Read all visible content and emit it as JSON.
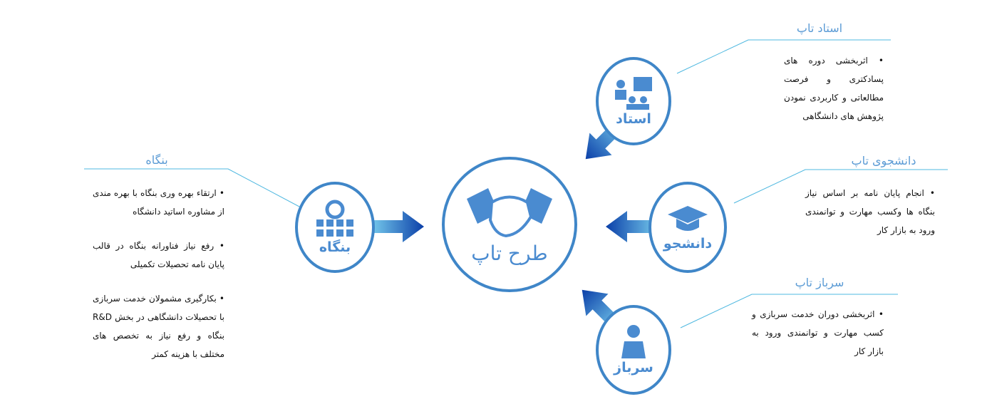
{
  "center": {
    "label": "طرح تاپ",
    "icon": "handshake-icon"
  },
  "nodes": {
    "ostad": {
      "label": "استاد",
      "title": "استاد تاپ",
      "items": [
        "اثربخشی دوره های پسادکتری و فرصت مطالعاتی و کاربردی نمودن پژوهش های دانشگاهی"
      ]
    },
    "daneshjoo": {
      "label": "دانشجو",
      "title": "دانشجوی تاپ",
      "items": [
        "انجام پایان نامه بر اساس نیاز بنگاه ها وکسب مهارت و توانمندی ورود به بازار کار"
      ]
    },
    "sarbaz": {
      "label": "سرباز",
      "title": "سرباز تاپ",
      "items": [
        "اثربخشی دوران خدمت سربازی و کسب مهارت و توانمندی ورود به بازار کار"
      ]
    },
    "bongah": {
      "label": "بنگاه",
      "title": "بنگاه",
      "items": [
        "ارتقاء بهره وری بنگاه با بهره مندی از مشاوره اساتید دانشگاه",
        "رفع نیاز فناورانه بنگاه در قالب پایان نامه تحصیلات تکمیلی",
        "بکارگیری مشمولان خدمت سربازی با تحصیلات دانشگاهی در بخش R&D بنگاه و رفع نیاز به تخصص های مختلف با هزینه کمتر"
      ]
    }
  },
  "colors": {
    "circle": "#3f86c8",
    "title": "#5b9bd5",
    "line": "#4fb8e0"
  }
}
